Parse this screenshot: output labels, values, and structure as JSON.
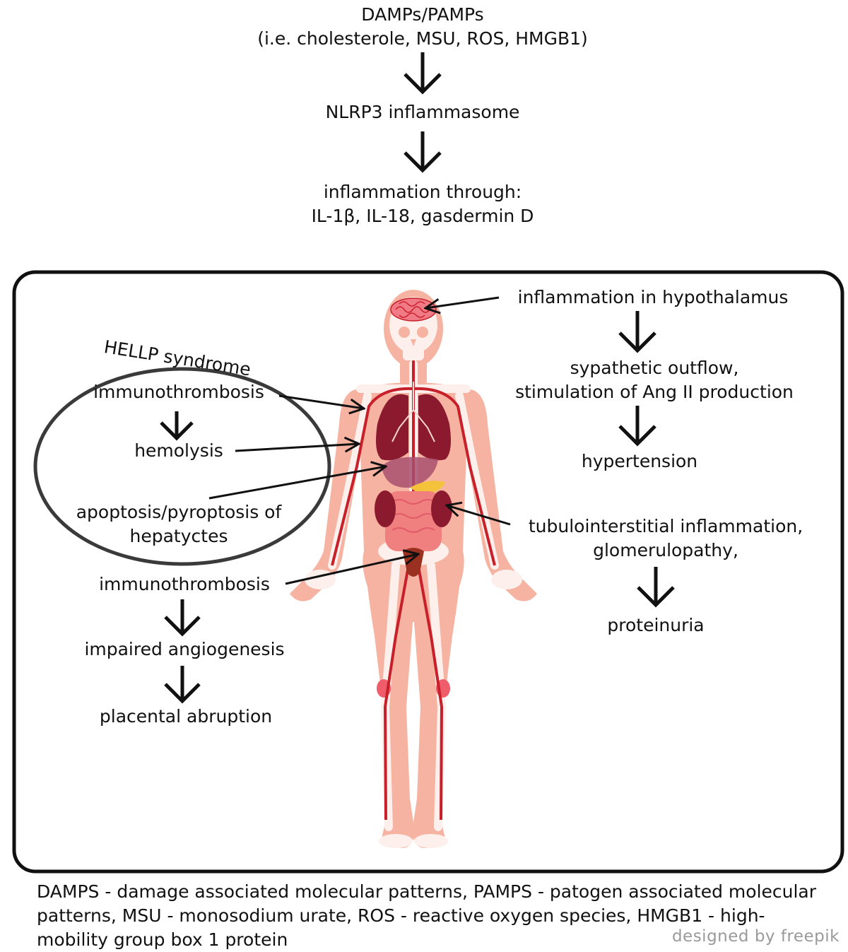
{
  "top": {
    "line1": "DAMPs/PAMPs",
    "line2": "(i.e. cholesterole, MSU, ROS, HMGB1)",
    "nlrp3": "NLRP3 inflammasome",
    "infl_line1": "inflammation through:",
    "infl_line2": "IL-1β, IL-18, gasdermin D"
  },
  "left": {
    "hellp_title": "HELLP syndrome",
    "immunothrombosis_1": "immunothrombosis",
    "hemolysis": "hemolysis",
    "apoptosis_line1": "apoptosis/pyroptosis of",
    "apoptosis_line2": "hepatyctes",
    "immunothrombosis_2": "immunothrombosis",
    "impaired_angiogenesis": "impaired angiogenesis",
    "placental_abruption": "placental abruption"
  },
  "right": {
    "hypothalamus": "inflammation in hypothalamus",
    "sympathetic_line1": "sypathetic outflow,",
    "sympathetic_line2": "stimulation of Ang II production",
    "hypertension": "hypertension",
    "tubulo_line1": "tubulointerstitial inflammation,",
    "tubulo_line2": "glomerulopathy,",
    "proteinuria": "proteinuria"
  },
  "legend": {
    "text": "DAMPS - damage associated molecular patterns, PAMPS - patogen associated molecular patterns, MSU - monosodium urate, ROS - reactive oxygen species, HMGB1 - high-mobility group box 1 protein"
  },
  "credit": "designed by freepik",
  "colors": {
    "skin": "#f6b3a2",
    "bone": "#fdf0ec",
    "vessel": "#c8202a",
    "lung": "#8b1a2e",
    "liver": "#8a2440",
    "intestine": "#f08080",
    "brain": "#f07b86",
    "gallbladder": "#f5c33b"
  }
}
